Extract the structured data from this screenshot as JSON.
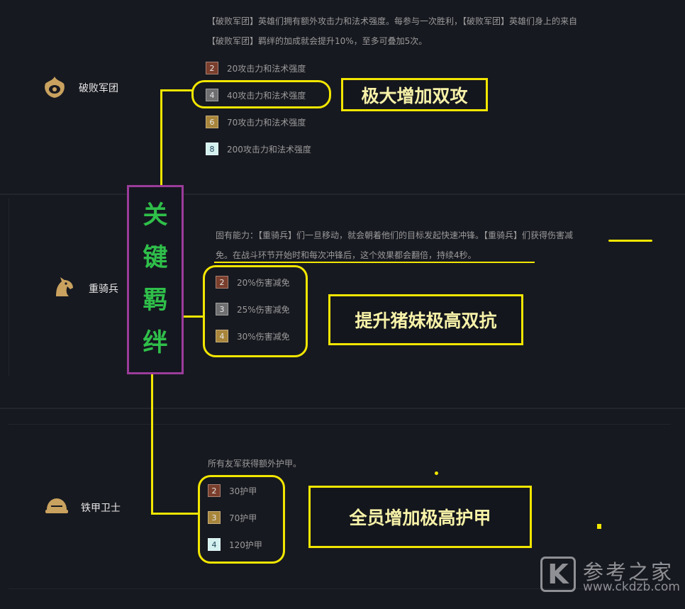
{
  "colors": {
    "tier_bronze": "#7a3e2c",
    "tier_silver": "#6f6f71",
    "tier_gold": "#a8853a",
    "tier_chromatic": "#d4f1ef",
    "annotation_yellow": "#f2e600",
    "key_green": "#2fbf4a",
    "key_border": "#9b3c9a"
  },
  "traits": [
    {
      "name": "破败军团",
      "icon": "ruined-legion-icon",
      "desc_lines": [
        "【破败军团】英雄们拥有额外攻击力和法术强度。每参与一次胜利，【破败军团】英雄们身上的来自",
        "【破败军团】羁绊的加成就会提升10%，至多可叠加5次。"
      ],
      "tiers": [
        {
          "count": "2",
          "text": "20攻击力和法术强度"
        },
        {
          "count": "4",
          "text": "40攻击力和法术强度"
        },
        {
          "count": "6",
          "text": "70攻击力和法术强度"
        },
        {
          "count": "8",
          "text": "200攻击力和法术强度"
        }
      ]
    },
    {
      "name": "重骑兵",
      "icon": "horse-head-icon",
      "desc_lines": [
        "固有能力：【重骑兵】们一旦移动，就会朝着他们的目标发起快速冲锋。【重骑兵】们获得伤害减",
        "免。在战斗环节开始时和每次冲锋后，这个效果都会翻倍，持续4秒。"
      ],
      "tiers": [
        {
          "count": "2",
          "text": "20%伤害减免"
        },
        {
          "count": "3",
          "text": "25%伤害减免"
        },
        {
          "count": "4",
          "text": "30%伤害减免"
        }
      ]
    },
    {
      "name": "铁甲卫士",
      "icon": "helmet-icon",
      "desc_lines": [
        "所有友军获得额外护甲。"
      ],
      "tiers": [
        {
          "count": "2",
          "text": "30护甲"
        },
        {
          "count": "3",
          "text": "70护甲"
        },
        {
          "count": "4",
          "text": "120护甲"
        }
      ]
    }
  ],
  "annotations": {
    "key_chars": [
      "关",
      "键",
      "羁",
      "绊"
    ],
    "callout_1": "极大增加双攻",
    "callout_2": "提升猪妹极高双抗",
    "callout_3": "全员增加极高护甲"
  },
  "watermark": {
    "logo": "K",
    "text": "参考之家",
    "url": "www.ckdzb.com"
  }
}
